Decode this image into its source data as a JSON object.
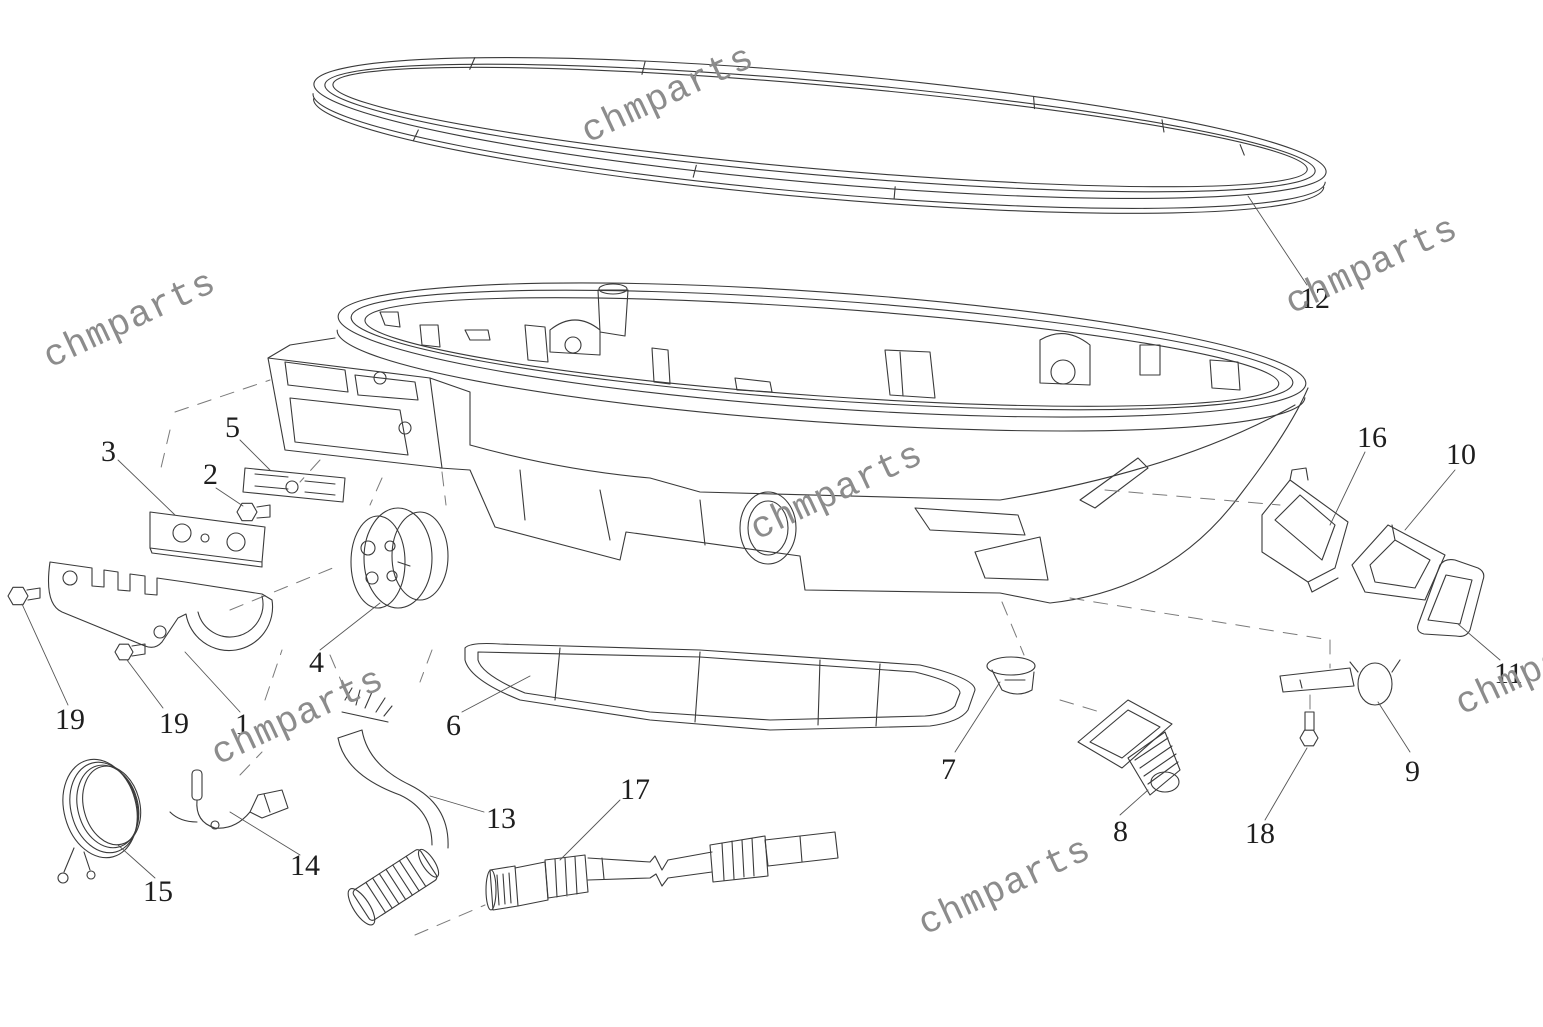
{
  "watermark": {
    "text": "chmparts"
  },
  "callouts": {
    "p1": "1",
    "p2": "2",
    "p3": "3",
    "p4": "4",
    "p5": "5",
    "p6": "6",
    "p7": "7",
    "p8": "8",
    "p9": "9",
    "p10": "10",
    "p11": "11",
    "p12": "12",
    "p13": "13",
    "p14": "14",
    "p15": "15",
    "p16": "16",
    "p17": "17",
    "p18": "18",
    "p19a": "19",
    "p19b": "19"
  },
  "colors": {
    "line": "#3a3a3a",
    "watermark": "#8c8c8c"
  }
}
